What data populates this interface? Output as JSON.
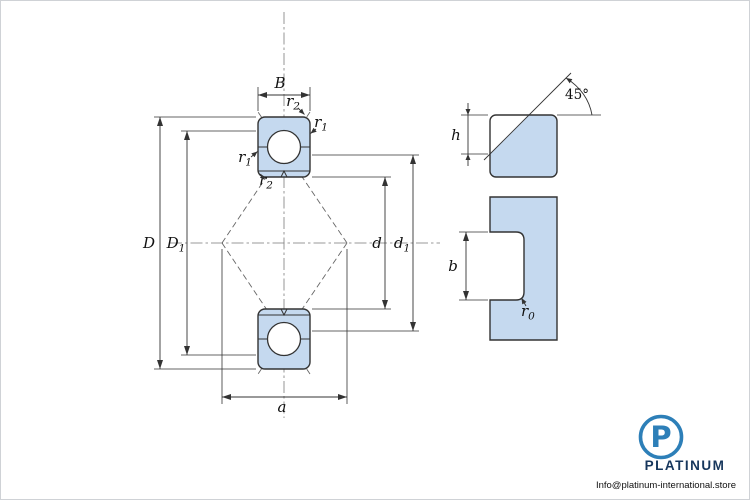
{
  "main_view": {
    "dims": {
      "B": "B",
      "D": "D",
      "D1": {
        "main": "D",
        "sub": "1"
      },
      "d": "d",
      "d1": {
        "main": "d",
        "sub": "1"
      },
      "a": "a"
    },
    "fillets": {
      "r2_top": {
        "main": "r",
        "sub": "2"
      },
      "r1_right": {
        "main": "r",
        "sub": "1"
      },
      "r1_left": {
        "main": "r",
        "sub": "1"
      },
      "r2_left": {
        "main": "r",
        "sub": "2"
      }
    }
  },
  "details": {
    "chamfer": {
      "angle": "45°",
      "h": "h"
    },
    "groove": {
      "b": "b",
      "r0": {
        "main": "r",
        "sub": "0"
      }
    }
  },
  "branding": {
    "logo_letter": "P",
    "name": "PLATINUM",
    "email": "Info@platinum-international.store"
  },
  "colors": {
    "section_fill": "#c5d9ef",
    "line": "#333333",
    "logo_blue": "#2d7fb8",
    "brand_navy": "#16365c"
  }
}
